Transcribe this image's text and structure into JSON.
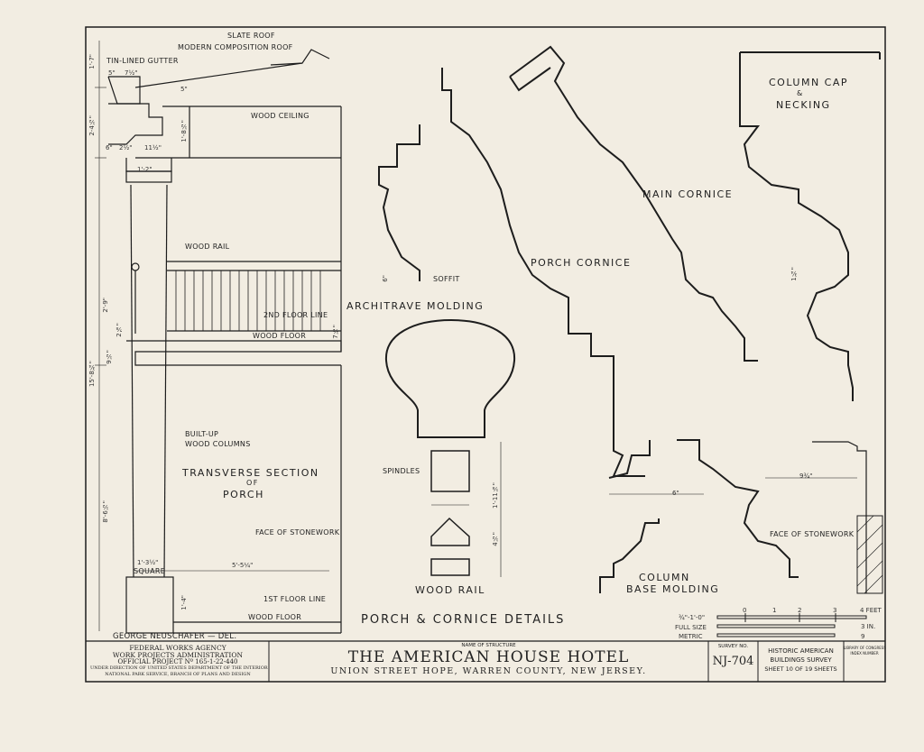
{
  "labels": {
    "slate_roof": "SLATE ROOF",
    "composition_roof": "MODERN COMPOSITION ROOF",
    "gutter": "TIN-LINED GUTTER",
    "wood_ceiling": "WOOD CEILING",
    "wood_rail_top": "WOOD RAIL",
    "second_floor_line": "2ND FLOOR LINE",
    "wood_floor_upper": "WOOD FLOOR",
    "built_up_columns_1": "BUILT-UP",
    "built_up_columns_2": "WOOD COLUMNS",
    "transverse_1": "TRANSVERSE SECTION",
    "transverse_2": "OF",
    "transverse_3": "PORCH",
    "face_stonework_left": "FACE OF STONEWORK",
    "square": "SQUARE",
    "first_floor_line": "1ST FLOOR LINE",
    "wood_floor_lower": "WOOD FLOOR",
    "delineator": "GEORGE NEUSCHAFER — DEL.",
    "architrave": "ARCHITRAVE MOLDING",
    "soffit": "SOFFIT",
    "porch_cornice": "PORCH CORNICE",
    "main_cornice": "MAIN CORNICE",
    "column_cap_1": "COLUMN CAP",
    "column_cap_2": "&",
    "column_cap_3": "NECKING",
    "spindles": "SPINDLES",
    "wood_rail_bottom": "WOOD RAIL",
    "column_base_1": "COLUMN",
    "column_base_2": "BASE MOLDING",
    "face_stonework_right": "FACE OF STONEWORK",
    "sheet_title": "PORCH & CORNICE DETAILS"
  },
  "dims": {
    "d_1_7": "1'-7\"",
    "d_5": "5\"",
    "d_7_5": "7½\"",
    "d_5b": "5\"",
    "d_2_4": "2-4½\"",
    "d_6": "6\"",
    "d_2_5": "2½\"",
    "d_11": "11½\"",
    "d_1_8": "1'-8½\"",
    "d_1_2": "1'-2\"",
    "d_2_9": "2'-9\"",
    "d_2_8": "2⅝\"",
    "d_7": "7½\"",
    "d_9": "9½\"",
    "d_15": "15'-8¾\"",
    "d_8": "8'-6½\"",
    "d_1_3": "1'-3½\"",
    "d_5_5": "5'-5¼\"",
    "d_1_4": "1'-4\"",
    "d_1_11": "1'-11⅛\"",
    "d_4_5": "4½\"",
    "d_6b": "6\"",
    "d_9r": "9¾\"",
    "d_6c": "6\"",
    "d_small": "1¾\""
  },
  "scale": {
    "ticks": [
      "0",
      "1",
      "2",
      "3",
      "4 FEET"
    ],
    "row1": "¾\"-1'-0\"",
    "row2": "FULL SIZE",
    "row3": "METRIC",
    "row2_end": "3 IN.",
    "row3_end": "9"
  },
  "title_block": {
    "agency_1": "FEDERAL WORKS AGENCY",
    "agency_2": "WORK PROJECTS ADMINISTRATION",
    "agency_3": "OFFICIAL PROJECT Nº 165-1-22-440",
    "agency_4": "UNDER DIRECTION OF UNITED STATES DEPARTMENT OF THE INTERIOR",
    "agency_5": "NATIONAL PARK SERVICE, BRANCH OF PLANS AND DESIGN",
    "name_caption": "NAME OF STRUCTURE",
    "name": "THE AMERICAN HOUSE HOTEL",
    "location": "UNION STREET HOPE, WARREN COUNTY, NEW JERSEY.",
    "survey_caption": "SURVEY NO.",
    "survey_no": "NJ-704",
    "habs_1": "HISTORIC AMERICAN",
    "habs_2": "BUILDINGS SURVEY",
    "sheet": "SHEET 10 OF 19 SHEETS",
    "library_1": "LIBRARY OF CONGRESS",
    "library_2": "INDEX NUMBER"
  }
}
